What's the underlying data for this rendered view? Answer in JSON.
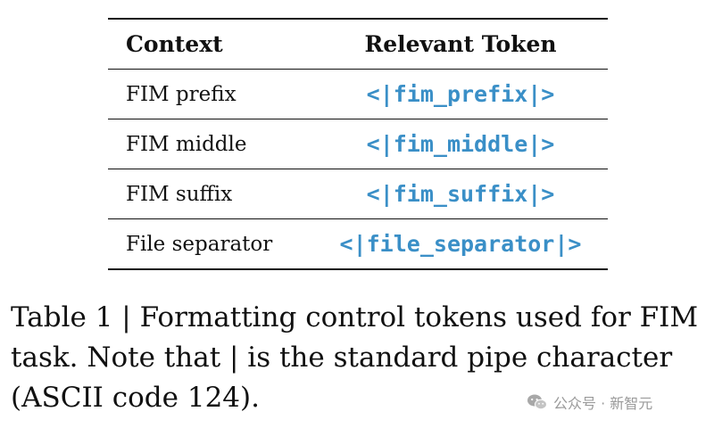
{
  "table": {
    "headers": [
      "Context",
      "Relevant Token"
    ],
    "rows": [
      {
        "context": "FIM prefix",
        "token": "<|fim_prefix|>"
      },
      {
        "context": "FIM middle",
        "token": "<|fim_middle|>"
      },
      {
        "context": "FIM suffix",
        "token": "<|fim_suffix|>"
      },
      {
        "context": "File separator",
        "token": "<|file_separator|>"
      }
    ]
  },
  "caption": {
    "line1": "Table 1 | Formatting control tokens used for FIM",
    "line2": "task. Note that | is the standard pipe character",
    "line3": "(ASCII code 124)."
  },
  "watermark": {
    "text": "公众号 · 新智元",
    "icon": "wechat-icon"
  },
  "colors": {
    "token": "#3a8fc7",
    "text": "#111111",
    "watermark": "#9a9a9a"
  }
}
